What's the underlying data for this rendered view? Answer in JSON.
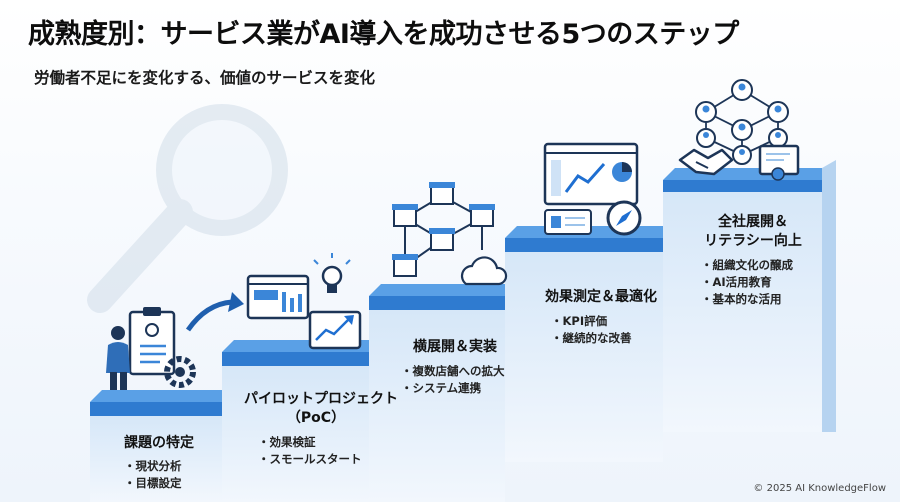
{
  "header": {
    "title": "成熟度別：サービス業がAI導入を成功させる5つのステップ",
    "subtitle": "労働者不足にを変化する、価値のサービスを変化"
  },
  "steps": [
    {
      "title_lines": [
        "課題の特定"
      ],
      "items": [
        "現状分析",
        "目標設定"
      ]
    },
    {
      "title_lines": [
        "パイロットプロジェクト",
        "（PoC）"
      ],
      "items": [
        "効果検証",
        "スモールスタート"
      ]
    },
    {
      "title_lines": [
        "横展開＆実装"
      ],
      "items": [
        "複数店舗への拡大",
        "システム連携"
      ]
    },
    {
      "title_lines": [
        "効果測定＆最適化"
      ],
      "items": [
        "KPI評価",
        "継続的な改善"
      ]
    },
    {
      "title_lines": [
        "全社展開＆",
        "リテラシー向上"
      ],
      "items": [
        "組織文化の醸成",
        "AI活用教育",
        "基本的な活用"
      ]
    }
  ],
  "icons": [
    "magnifier-icon",
    "clipboard-person-icon",
    "gear-icon",
    "arrow-icon",
    "dashboard-icon",
    "lightbulb-icon",
    "chart-icon",
    "store-network-icon",
    "cloud-icon",
    "analytics-dashboard-icon",
    "compass-icon",
    "people-network-icon",
    "handshake-icon",
    "certificate-icon"
  ],
  "colors": {
    "step_top": "#3b86d8",
    "step_face": "#cfe2f6",
    "step_side": "#9cc3ea",
    "accent": "#1f6fd1",
    "navy": "#1d3557"
  },
  "footer": {
    "copyright": "© 2025 AI KnowledgeFlow"
  }
}
